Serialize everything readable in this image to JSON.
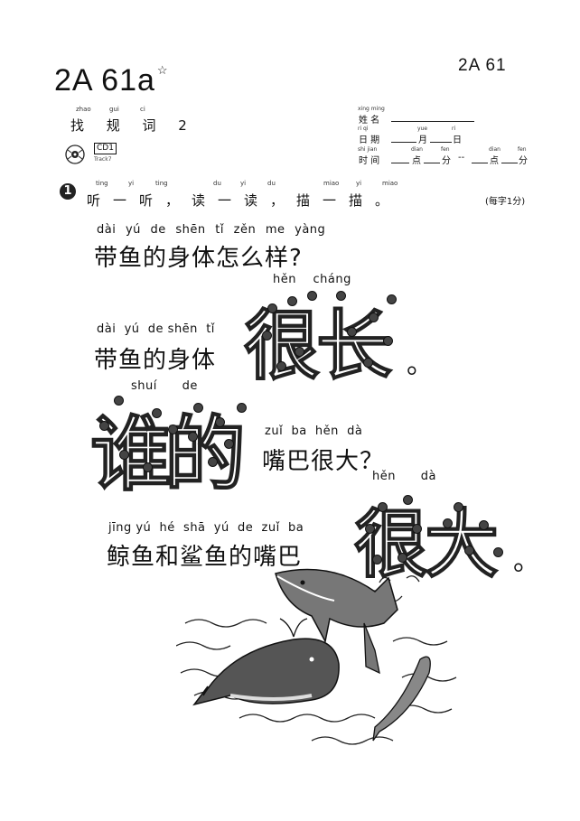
{
  "header": {
    "code_main": "2A 61a",
    "code_corner": "2A 61",
    "lesson_title": "找 规 词  2",
    "lesson_pinyin": [
      "zhao",
      "gui",
      "ci"
    ]
  },
  "cd": {
    "label": "CD1",
    "track": "Track7"
  },
  "info": {
    "name_label": "姓 名",
    "name_pinyin": "xing ming",
    "date_label": "日 期",
    "date_pinyin": "ri qi",
    "month_label": "月",
    "month_pinyin": "yue",
    "day_label": "日",
    "day_pinyin": "ri",
    "time_label": "时 间",
    "time_pinyin": "shi jian",
    "dian_label": "点",
    "dian_pinyin": "dian",
    "fen_label": "分",
    "fen_pinyin": "fen",
    "dash": "--"
  },
  "exercise": {
    "number": "1",
    "instruction": "听一听，读一读，描一描。",
    "instruction_pinyin": [
      "ting",
      "yi",
      "ting",
      "du",
      "yi",
      "du",
      "miao",
      "yi",
      "miao"
    ],
    "score": "(每字1分)"
  },
  "lines": {
    "l1_py": "dài yú de shēn tǐ zěn me yàng",
    "l1_cn": "带鱼的身体怎么样?",
    "l2_py_trace": "hěn    cháng",
    "l2_py": "dài  yú  de shēn  tǐ",
    "l2_cn": "带鱼的身体",
    "l2_trace": "很长",
    "l2_end": "。",
    "l3_py_trace": "shuí      de",
    "l3_trace": "谁的",
    "l3_py": "zuǐ  ba  hěn  dà",
    "l3_cn": "嘴巴很大？",
    "l4_py_trace": "hěn      dà",
    "l4_py": "jīng yú  hé  shā  yú  de  zuǐ  ba",
    "l4_cn": "鲸鱼和鲨鱼的嘴巴",
    "l4_trace": "很大",
    "l4_end": "。"
  },
  "illustration": {
    "icon": "whale-shark-fish-illustration"
  }
}
